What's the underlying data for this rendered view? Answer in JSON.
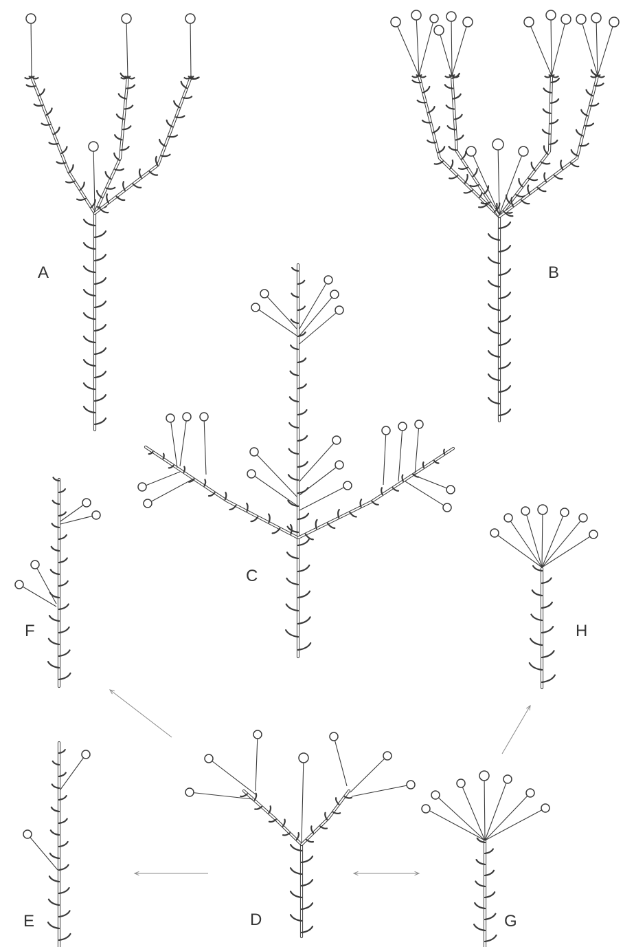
{
  "figure": {
    "background": "#ffffff",
    "ink": "#3a3a3a",
    "panels": [
      {
        "label": "A"
      },
      {
        "label": "B"
      },
      {
        "label": "C"
      },
      {
        "label": "D"
      },
      {
        "label": "E"
      },
      {
        "label": "F"
      },
      {
        "label": "G"
      },
      {
        "label": "H"
      }
    ],
    "arrows": [
      {
        "from": "D",
        "to": "F"
      },
      {
        "from": "D",
        "to": "E"
      },
      {
        "from": "D",
        "to": "G"
      },
      {
        "from": "G",
        "to": "H"
      }
    ]
  }
}
